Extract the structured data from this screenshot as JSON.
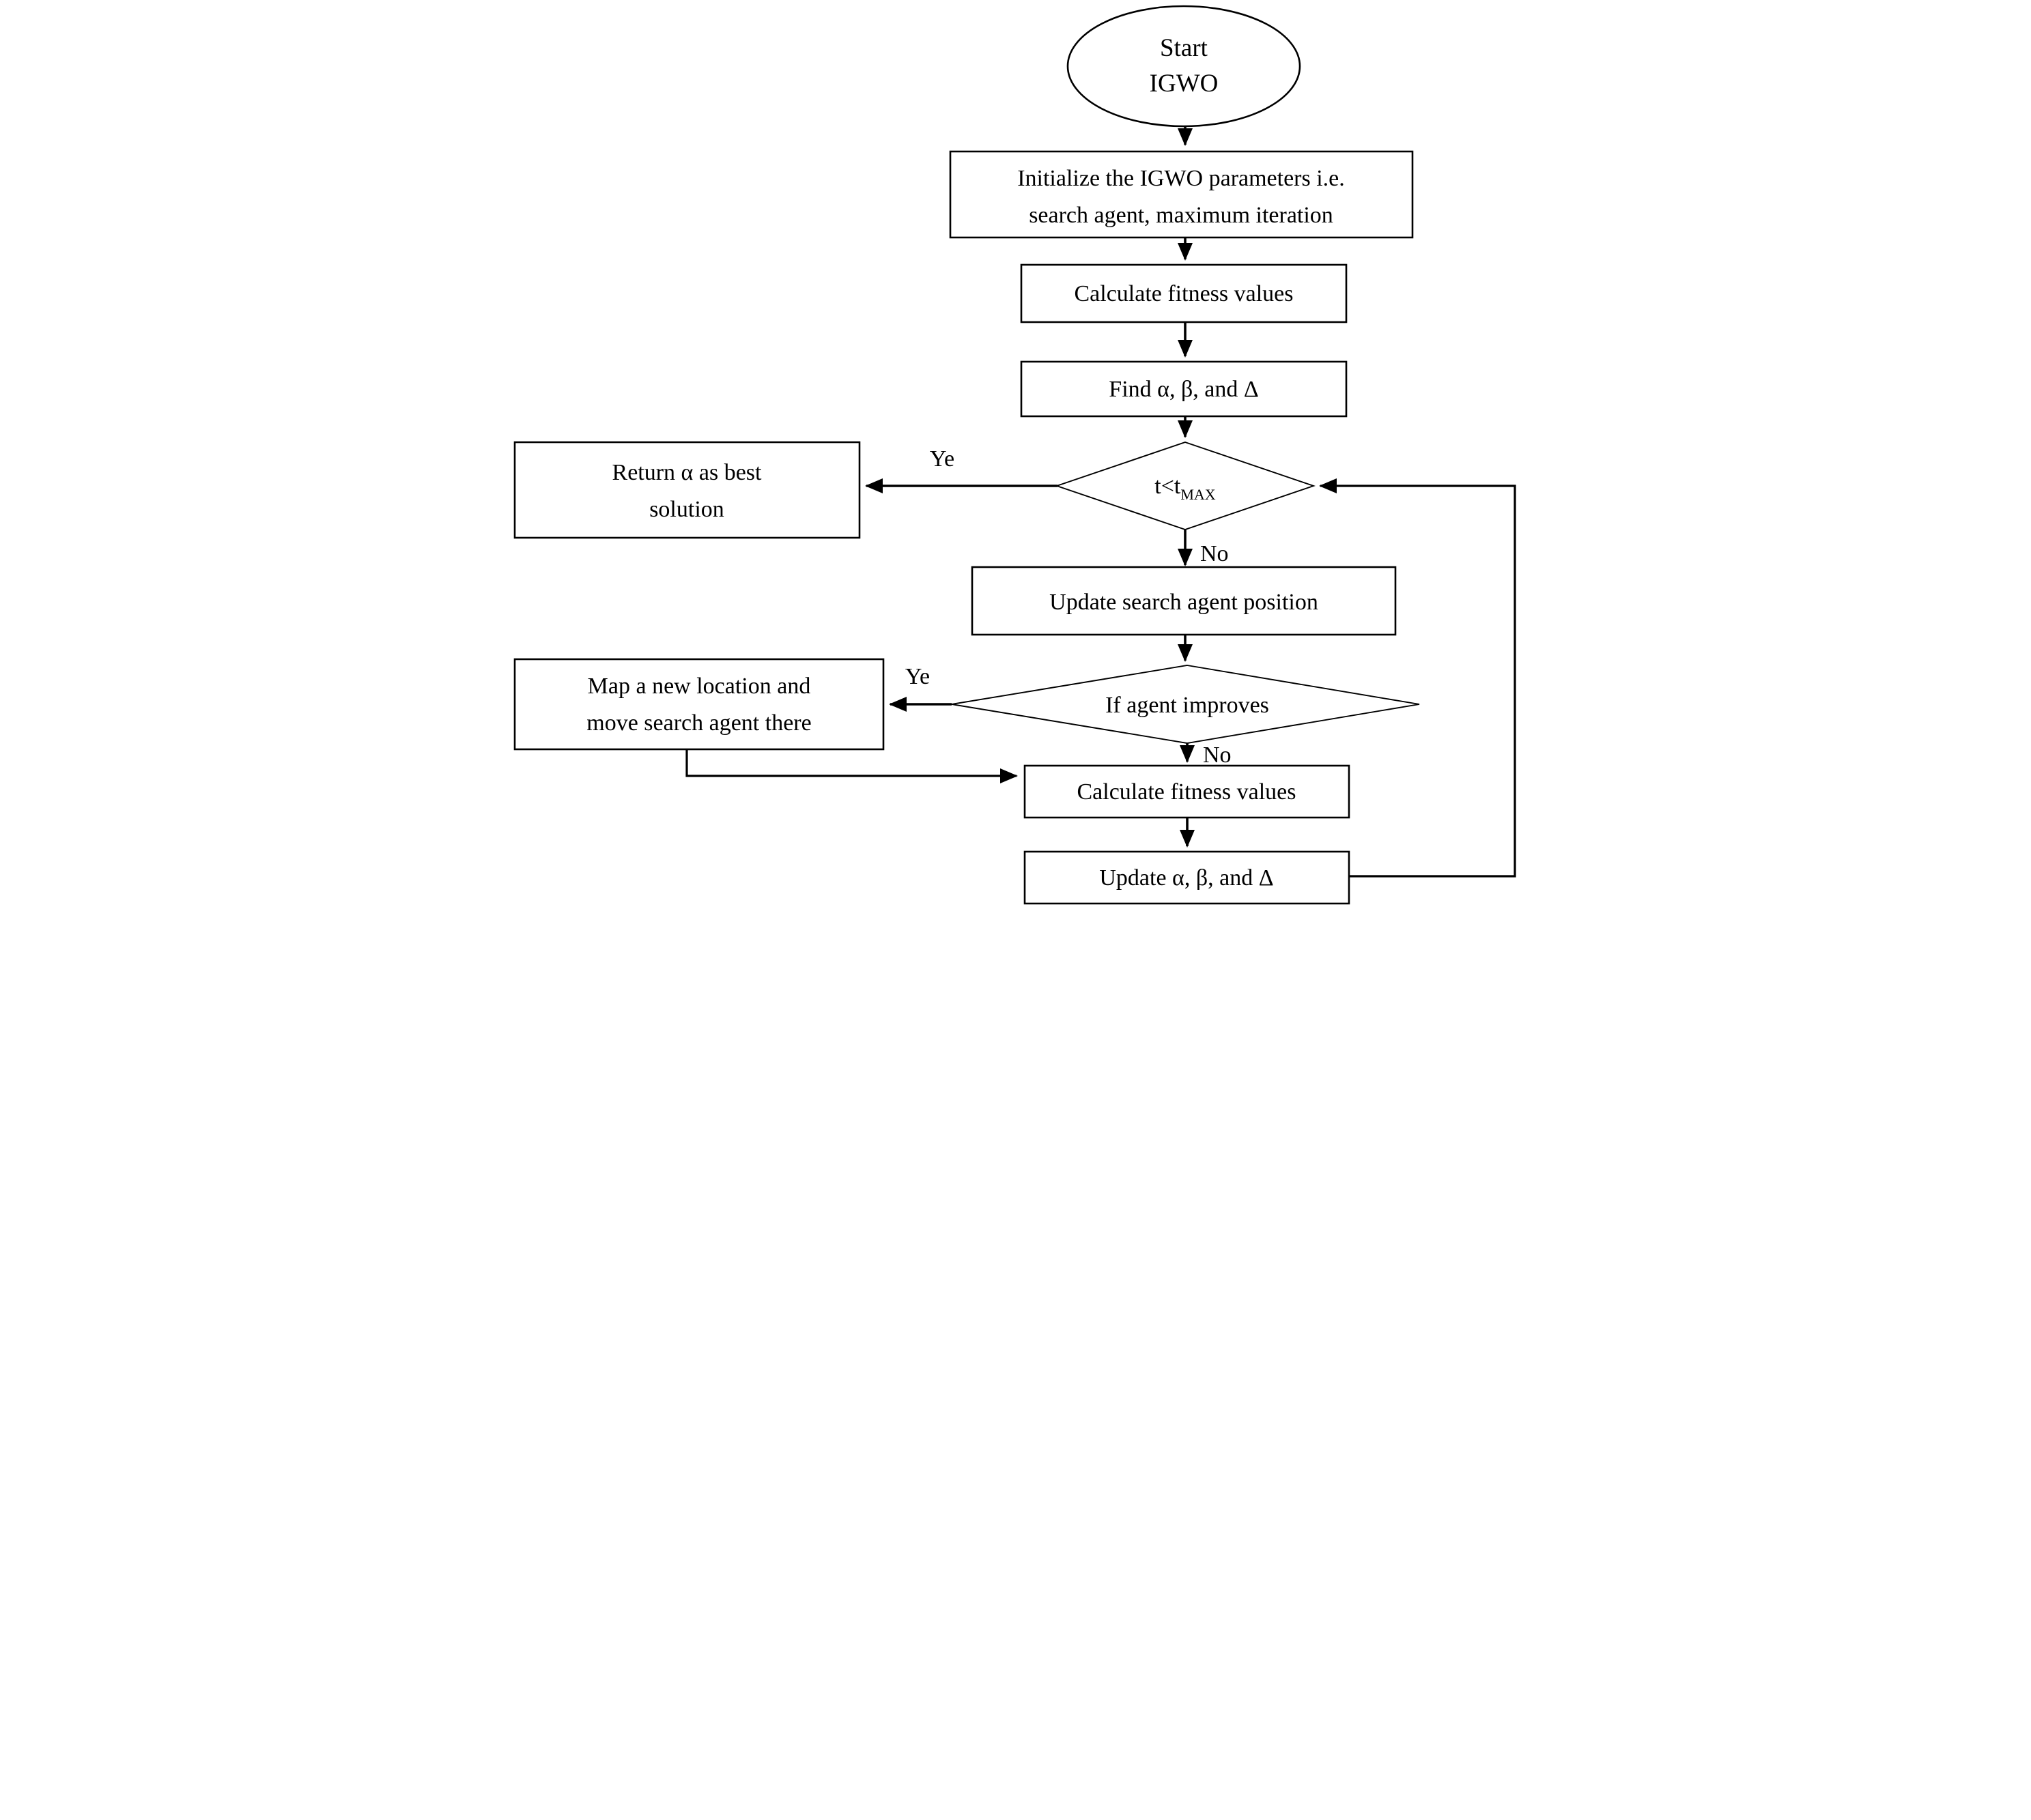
{
  "diagram": {
    "title": "IGWO algorithm flowchart",
    "colors": {
      "stroke": "#000000",
      "fill": "#ffffff",
      "background": "#ffffff"
    },
    "nodes": {
      "start": {
        "type": "terminator",
        "lines": [
          "Start",
          "IGWO"
        ]
      },
      "init_params": {
        "type": "process",
        "lines": [
          "Initialize the IGWO parameters i.e.",
          "search agent, maximum iteration"
        ]
      },
      "calc_fitness_1": {
        "type": "process",
        "label": "Calculate fitness values"
      },
      "find_alpha_beta_delta": {
        "type": "process",
        "label": "Find α, β, and Δ"
      },
      "iteration_check": {
        "type": "decision",
        "label_main": "t<t",
        "label_sub": "MAX"
      },
      "return_best": {
        "type": "process",
        "lines": [
          "Return α as best",
          "solution"
        ]
      },
      "update_position": {
        "type": "process",
        "label": "Update search agent position"
      },
      "agent_improves": {
        "type": "decision",
        "label": "If agent improves"
      },
      "map_new_location": {
        "type": "process",
        "lines": [
          "Map a new location and",
          "move search agent there"
        ]
      },
      "calc_fitness_2": {
        "type": "process",
        "label": "Calculate fitness values"
      },
      "update_alpha_beta_delta": {
        "type": "process",
        "label": "Update α, β, and Δ"
      }
    },
    "edge_labels": {
      "yes_1": "Ye",
      "no_1": "No",
      "yes_2": "Ye",
      "no_2": "No"
    }
  }
}
